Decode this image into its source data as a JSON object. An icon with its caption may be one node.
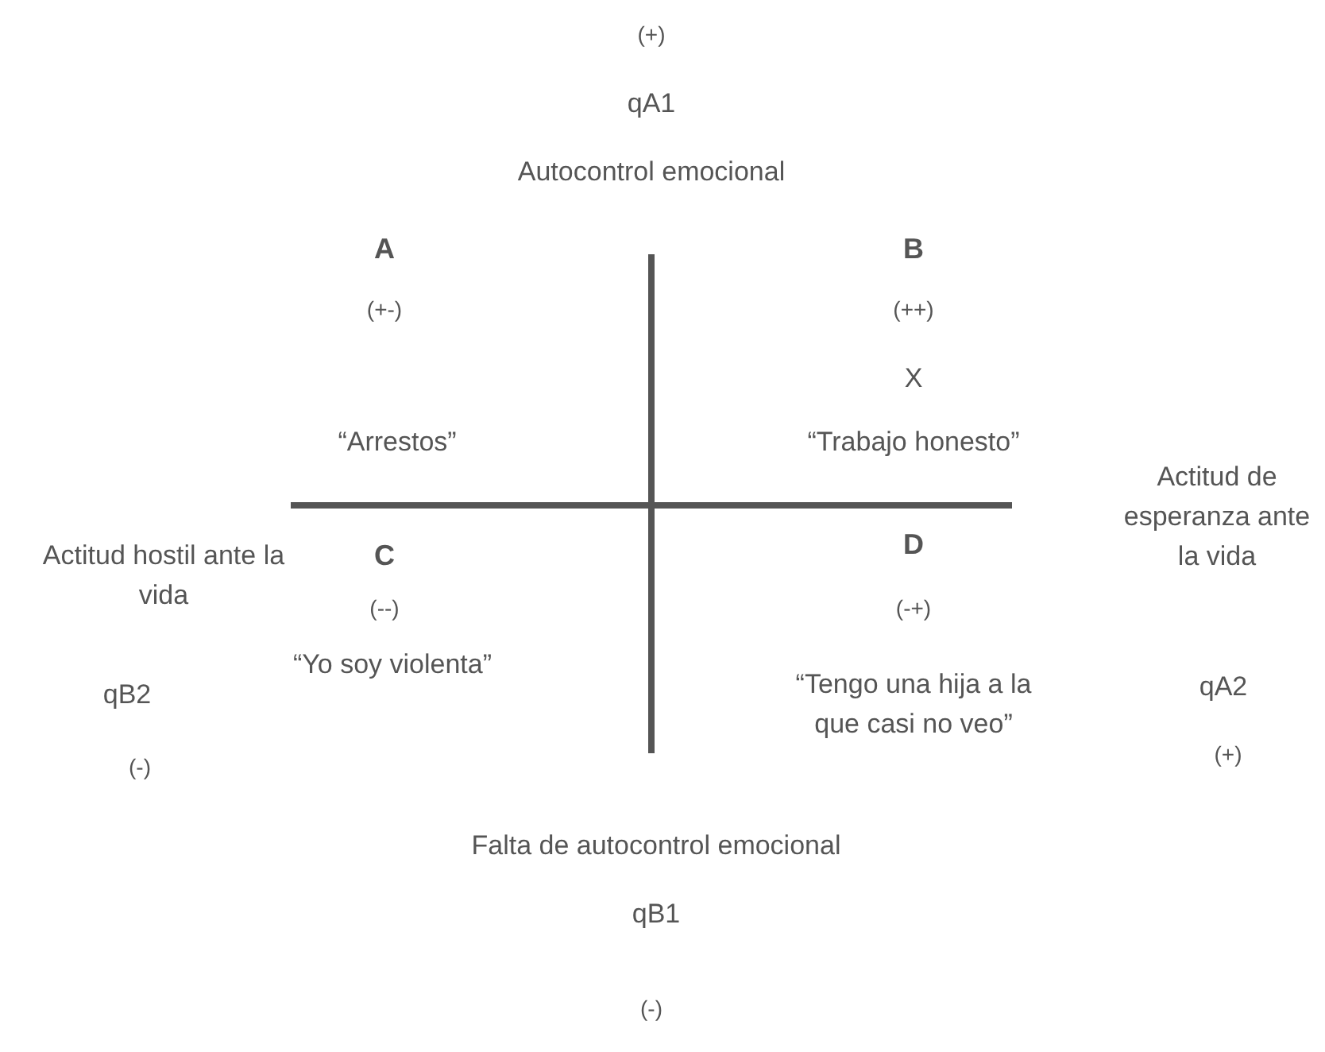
{
  "diagram": {
    "labels": [
      "(+)",
      "qA1",
      "Autocontrol emocional",
      "A",
      "B",
      "(+-)",
      "(++)",
      "X",
      "“Arrestos”",
      "“Trabajo honesto”",
      "Actitud de esperanza ante la vida",
      "Actitud hostil ante la vida",
      "C",
      "D",
      "(--)",
      "(-+)",
      "“Yo soy violenta”",
      "“Tengo una hija a la que casi no veo”",
      "qB2",
      "qA2",
      "(+)",
      "(-)",
      "Falta de autocontrol emocional",
      "qB1",
      "(-)"
    ]
  }
}
